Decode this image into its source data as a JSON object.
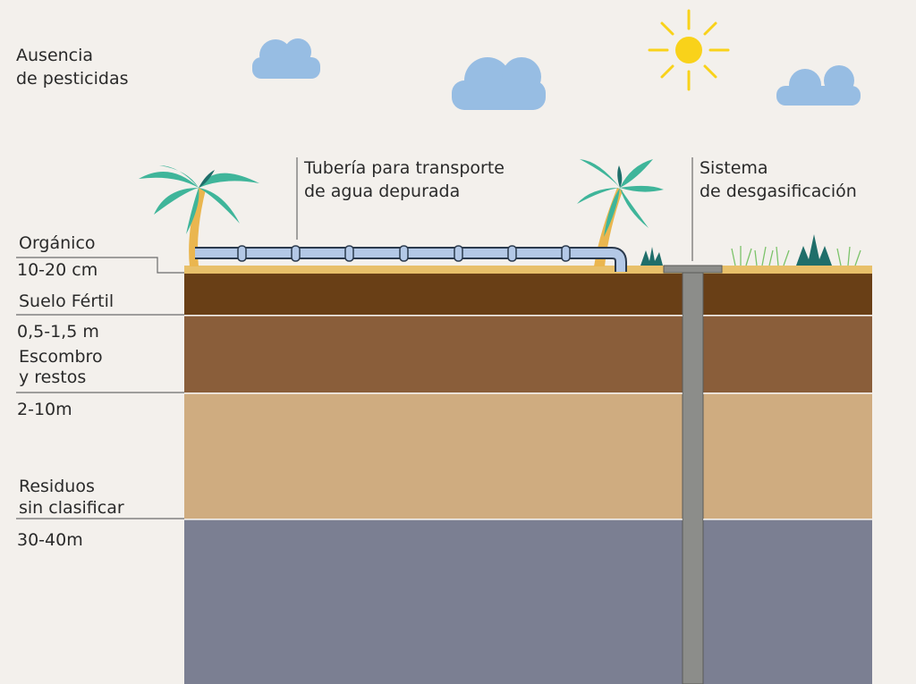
{
  "header": {
    "line1": "Ausencia",
    "line2": "de pesticidas"
  },
  "callouts": {
    "pipe": {
      "line1": "Tubería para transporte",
      "line2": "de agua depurada"
    },
    "degas": {
      "line1": "Sistema",
      "line2": "de desgasificación"
    }
  },
  "layers": [
    {
      "name": "Orgánico",
      "depth": "10-20 cm",
      "color": "#e8c06a"
    },
    {
      "name": "Suelo Fértil",
      "depth": "0,5-1,5 m",
      "color": "#693f16"
    },
    {
      "name": "Escombro",
      "name2": "y restos",
      "depth": "2-10m",
      "color": "#8a5e3a"
    },
    {
      "name": "Residuos",
      "name2": "sin clasificar",
      "depth": "30-40m",
      "color": "#cfac80"
    },
    {
      "name": "",
      "color": "#7b7f92"
    }
  ],
  "colors": {
    "sun": "#f9d21a",
    "cloud": "#97bde3",
    "pipe": "#b3c8e6",
    "palm": "#3fb59a",
    "gas_pipe": "#8c8d8a"
  }
}
